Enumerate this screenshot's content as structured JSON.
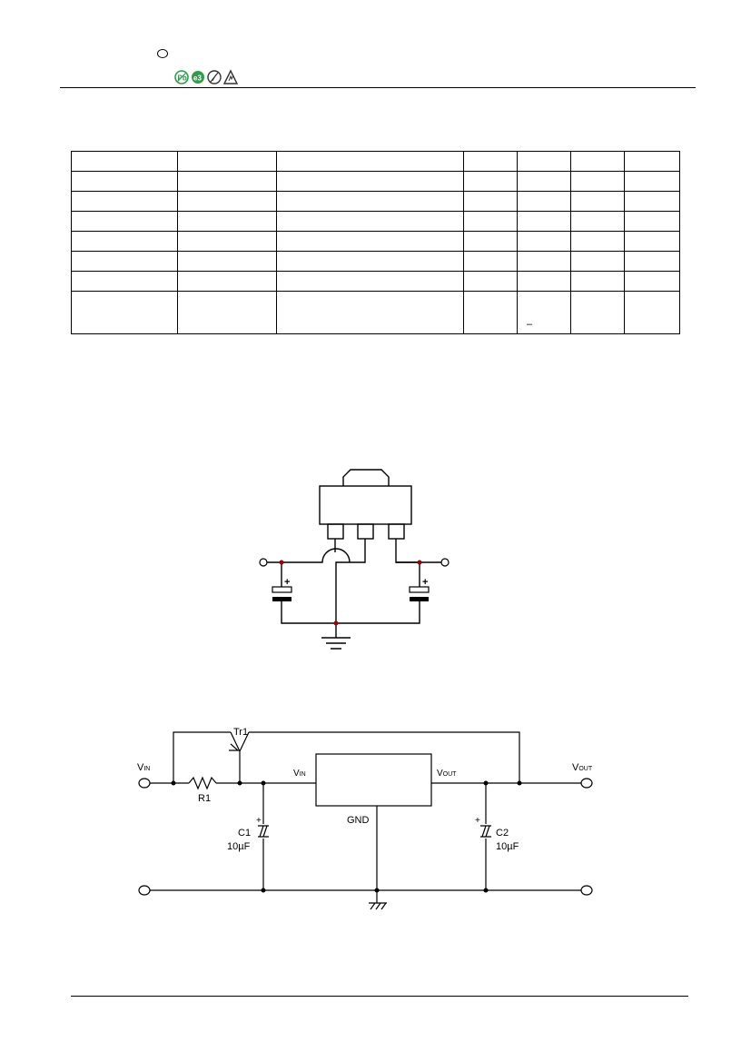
{
  "header": {
    "badges": [
      {
        "icon": "pb-free-icon",
        "color": "#2e9e4a"
      },
      {
        "icon": "e3-icon",
        "color": "#2e9e4a"
      },
      {
        "icon": "rohs-icon",
        "color": "#333333"
      },
      {
        "icon": "esd-icon",
        "color": "#333333"
      }
    ]
  },
  "spec_table": {
    "columns": 7,
    "rows": [
      [
        "",
        "",
        "",
        "",
        "",
        "",
        ""
      ],
      [
        "",
        "",
        "",
        "",
        "",
        "",
        ""
      ],
      [
        "",
        "",
        "",
        "",
        "",
        "",
        ""
      ],
      [
        "",
        "",
        "",
        "",
        "",
        "",
        ""
      ],
      [
        "",
        "",
        "",
        "",
        "",
        "",
        ""
      ],
      [
        "",
        "",
        "",
        "",
        "",
        "",
        ""
      ],
      [
        "",
        "",
        "",
        "",
        "",
        "",
        ""
      ],
      [
        "",
        "",
        "",
        "",
        "–",
        "",
        ""
      ]
    ]
  },
  "app_circuit": {
    "node_color": "#a00000",
    "polarity": "+"
  },
  "circuit2": {
    "vin": "V",
    "vin_sub": "IN",
    "vout": "V",
    "vout_sub": "OUT",
    "tr1": "Tr1",
    "r1": "R1",
    "ic_vin": "V",
    "ic_vin_sub": "IN",
    "ic_vout": "V",
    "ic_vout_sub": "OUT",
    "gnd": "GND",
    "c1": "C1",
    "c1_value": "10µF",
    "c2": "C2",
    "c2_value": "10µF",
    "plus": "+"
  }
}
